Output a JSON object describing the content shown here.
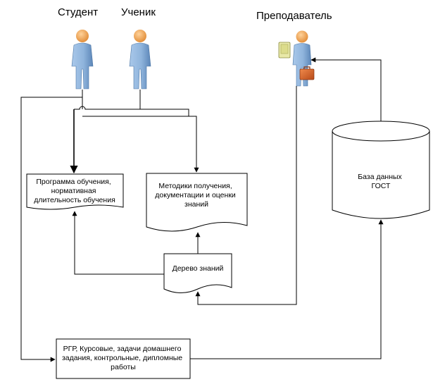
{
  "actors": {
    "student": "Студент",
    "pupil": "Ученик",
    "teacher": "Преподаватель"
  },
  "nodes": {
    "program": [
      "Программа обучения,",
      "нормативная",
      "длительность обучения"
    ],
    "methods": [
      "Методики получения,",
      "документации и оценки",
      "знаний"
    ],
    "tree": [
      "Дерево знаний"
    ],
    "database": [
      "База данных",
      "ГОСТ"
    ],
    "tasks": [
      "РГР, Курсовые, задачи домашнего",
      "задания, контрольные, дипломные",
      "работы"
    ]
  },
  "colors": {
    "figure": "#8fb4dc",
    "figure_dark": "#5c86b8",
    "head": "#f2a24e",
    "case": "#d2622a",
    "tablet": "#dcdc8c"
  },
  "icons": [
    "person-icon",
    "teacher-icon",
    "briefcase-icon",
    "tablet-icon"
  ]
}
